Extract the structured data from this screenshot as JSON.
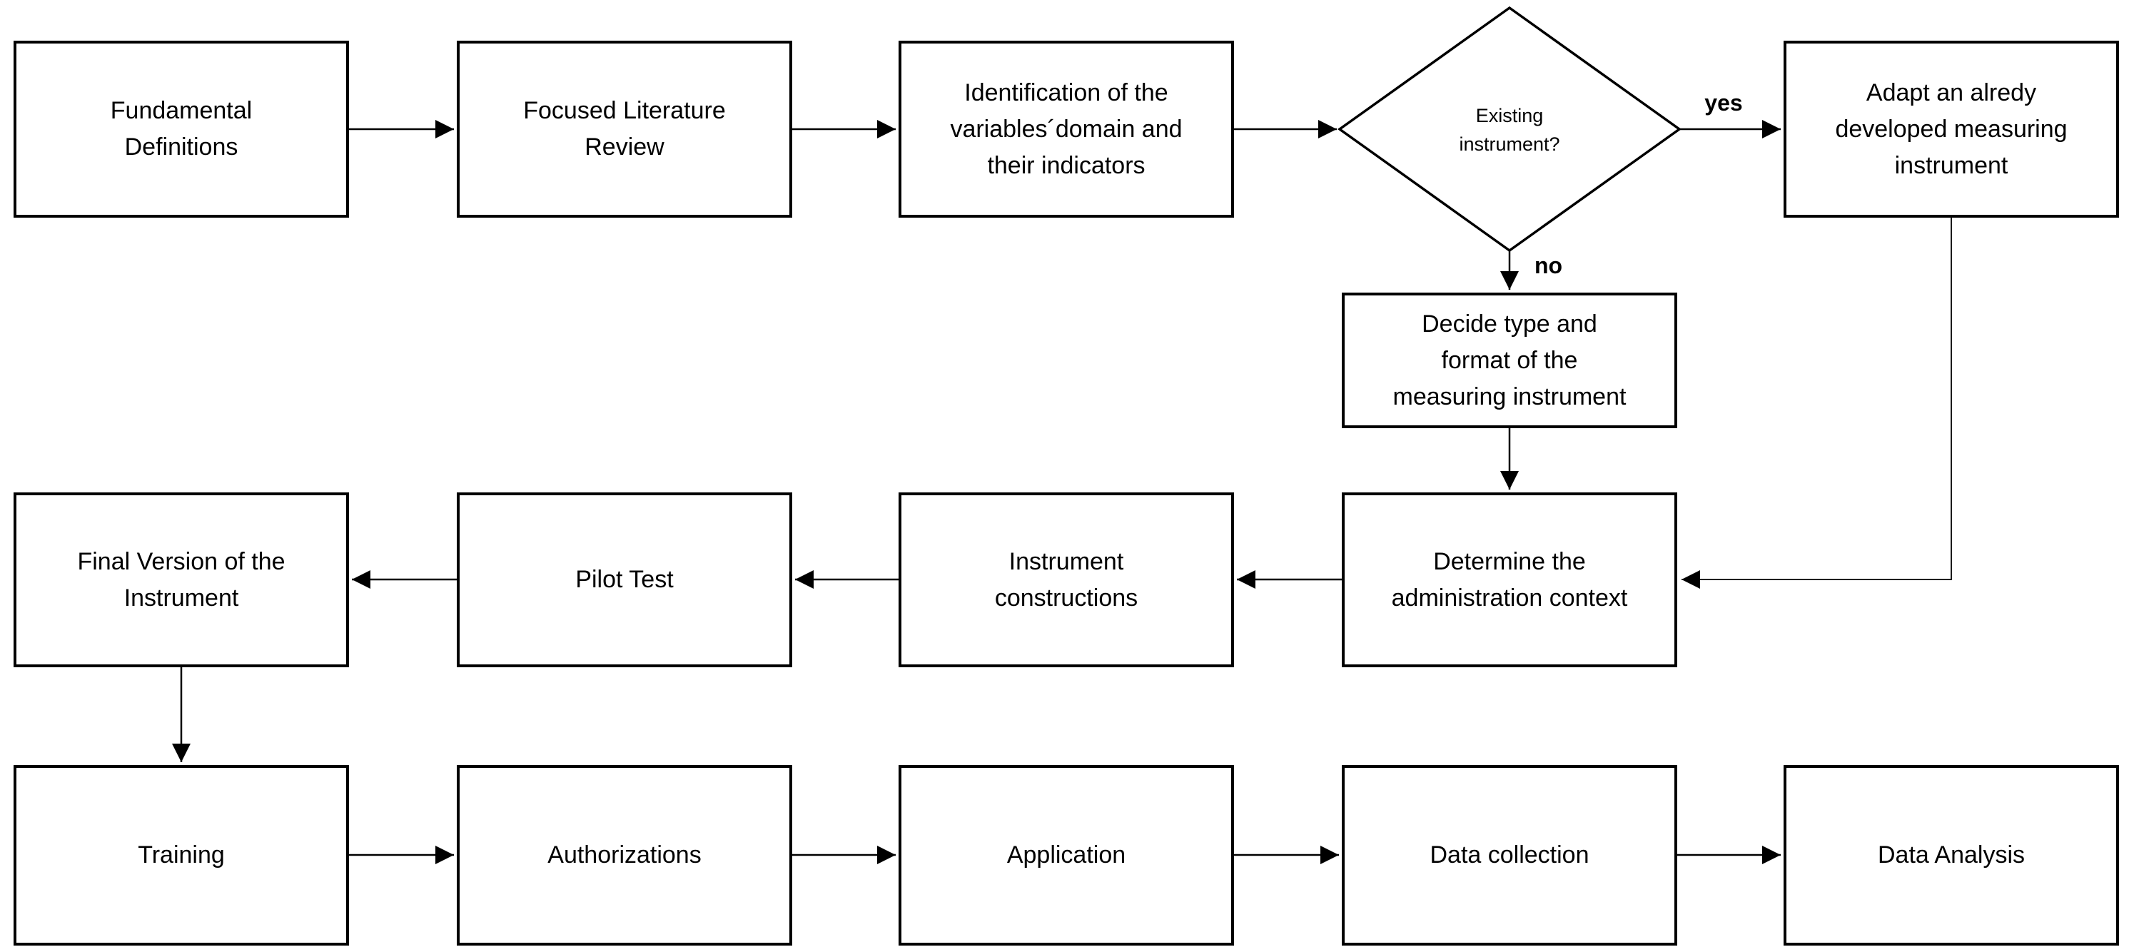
{
  "diagram": {
    "background_color": "#ffffff",
    "line_color": "#000000",
    "nodes": {
      "fundamental": {
        "label": "Fundamental\nDefinitions"
      },
      "literature": {
        "label": "Focused Literature\nReview"
      },
      "identification": {
        "label": "Identification of the\nvariables´domain and\ntheir indicators"
      },
      "existing_decision": {
        "label": "Existing\ninstrument?"
      },
      "adapt": {
        "label": "Adapt an alredy\ndeveloped measuring\ninstrument"
      },
      "decide": {
        "label": "Decide type and\nformat of the\nmeasuring instrument"
      },
      "determine": {
        "label": "Determine the\nadministration context"
      },
      "construction": {
        "label": "Instrument\nconstructions"
      },
      "pilot": {
        "label": "Pilot Test"
      },
      "final_version": {
        "label": "Final Version of the\nInstrument"
      },
      "training": {
        "label": "Training"
      },
      "authorizations": {
        "label": "Authorizations"
      },
      "application": {
        "label": "Application"
      },
      "data_collection": {
        "label": "Data collection"
      },
      "data_analysis": {
        "label": "Data Analysis"
      }
    },
    "edge_labels": {
      "yes": "yes",
      "no": "no"
    }
  }
}
